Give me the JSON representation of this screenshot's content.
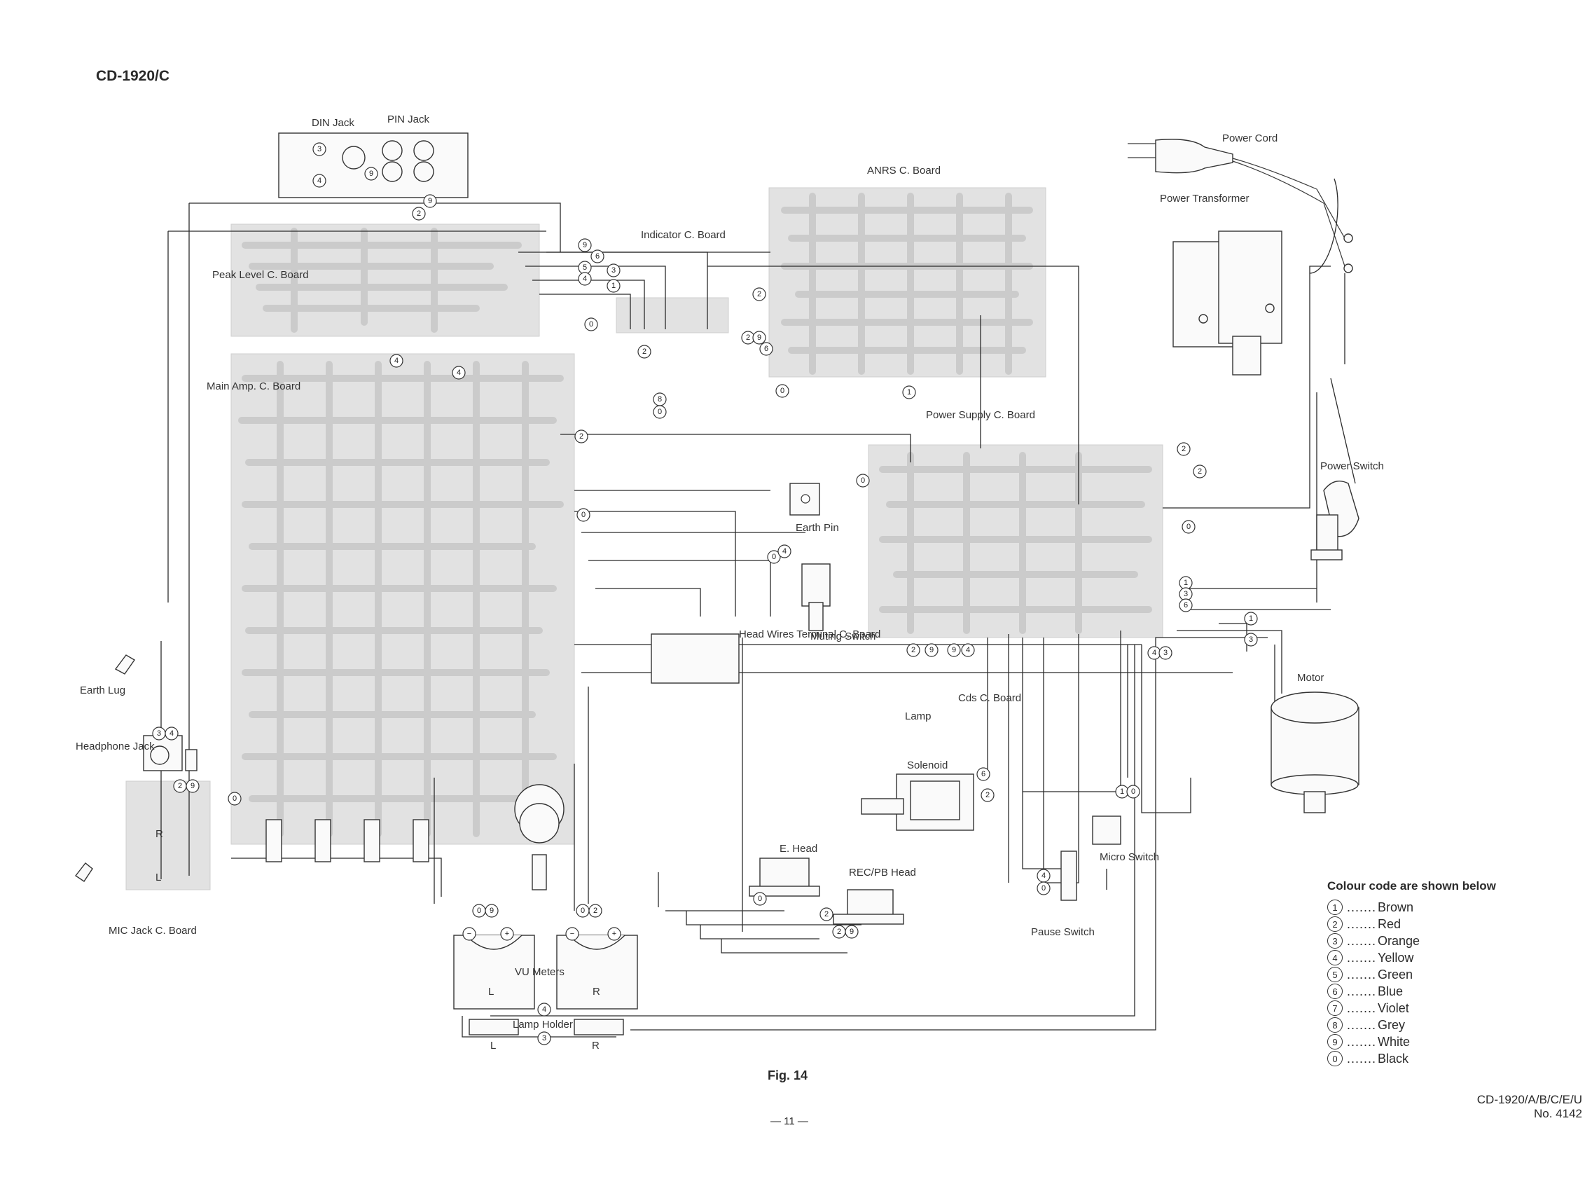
{
  "header": {
    "model": "CD-1920/C"
  },
  "labels": {
    "din_jack": "DIN Jack",
    "pin_jack": "PIN Jack",
    "peak_level_board": "Peak Level C. Board",
    "indicator_board": "Indicator C. Board",
    "anrs_board": "ANRS C. Board",
    "power_cord": "Power Cord",
    "power_transformer": "Power Transformer",
    "main_amp_board": "Main Amp. C. Board",
    "power_supply_board": "Power Supply C. Board",
    "power_switch": "Power Switch",
    "earth_pin": "Earth Pin",
    "head_wires_terminal_board": "Head Wires Terminal C. Board",
    "muting_switch": "Muting Switch",
    "motor": "Motor",
    "earth_lug": "Earth Lug",
    "headphone_jack": "Headphone Jack",
    "lamp": "Lamp",
    "cds_board": "Cds C. Board",
    "solenoid": "Solenoid",
    "e_head": "E. Head",
    "rec_pb_head": "REC/PB Head",
    "micro_switch": "Micro Switch",
    "pause_switch": "Pause Switch",
    "mic_jack_board": "MIC Jack C. Board",
    "vu_meters": "VU Meters",
    "lamp_holder": "Lamp Holder",
    "l": "L",
    "r": "R"
  },
  "legend": {
    "title": "Colour code are shown below",
    "items": [
      {
        "num": "1",
        "dots": ".......",
        "color": "Brown"
      },
      {
        "num": "2",
        "dots": ".......",
        "color": "Red"
      },
      {
        "num": "3",
        "dots": ".......",
        "color": "Orange"
      },
      {
        "num": "4",
        "dots": ".......",
        "color": "Yellow"
      },
      {
        "num": "5",
        "dots": ".......",
        "color": "Green"
      },
      {
        "num": "6",
        "dots": ".......",
        "color": "Blue"
      },
      {
        "num": "7",
        "dots": ".......",
        "color": "Violet"
      },
      {
        "num": "8",
        "dots": ".......",
        "color": "Grey"
      },
      {
        "num": "9",
        "dots": ".......",
        "color": "White"
      },
      {
        "num": "0",
        "dots": ".......",
        "color": "Black"
      }
    ]
  },
  "footer": {
    "figure": "Fig. 14",
    "page": "— 11 —",
    "model_line": "CD-1920/A/B/C/E/U",
    "doc_no": "No. 4142"
  }
}
